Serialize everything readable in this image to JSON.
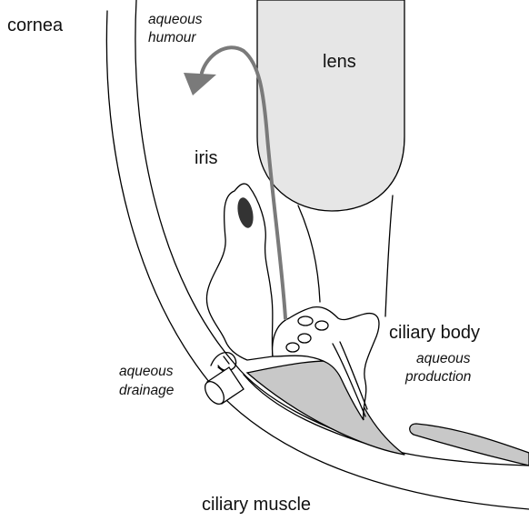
{
  "labels": {
    "cornea": "cornea",
    "aqueous_humour_line1": "aqueous",
    "aqueous_humour_line2": "humour",
    "lens": "lens",
    "iris": "iris",
    "ciliary_body": "ciliary body",
    "aqueous_production_line1": "aqueous",
    "aqueous_production_line2": "production",
    "aqueous_drainage_line1": "aqueous",
    "aqueous_drainage_line2": "drainage",
    "ciliary_muscle": "ciliary muscle"
  },
  "colors": {
    "outline": "#000000",
    "lens_fill": "#e6e6e6",
    "muscle_fill": "#c8c8c8",
    "flow_arrow": "#7a7a7a",
    "pupil_spot": "#333333",
    "background": "#ffffff"
  }
}
